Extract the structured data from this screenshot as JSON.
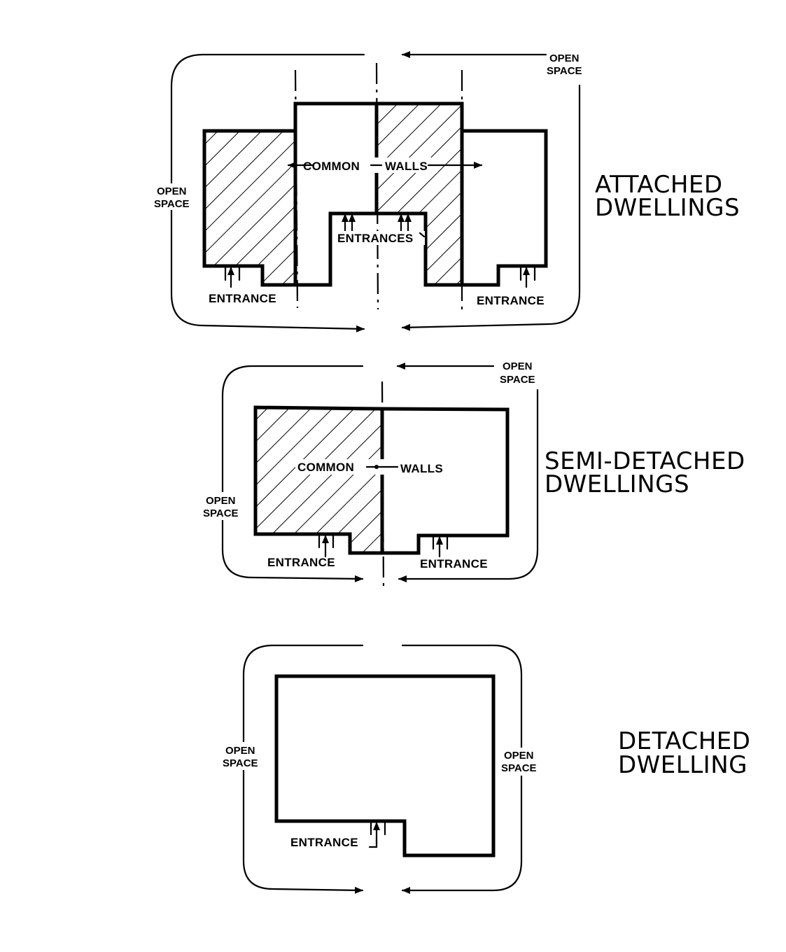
{
  "attached": {
    "title_line1": "ATTACHED",
    "title_line2": "DWELLINGS",
    "open_space_top_1": "OPEN",
    "open_space_top_2": "SPACE",
    "open_space_left_1": "OPEN",
    "open_space_left_2": "SPACE",
    "common": "COMMON",
    "walls": "WALLS",
    "entrances": "ENTRANCES",
    "entrance_left": "ENTRANCE",
    "entrance_right": "ENTRANCE"
  },
  "semi_detached": {
    "title_line1": "SEMI-DETACHED",
    "title_line2": "DWELLINGS",
    "open_space_top_1": "OPEN",
    "open_space_top_2": "SPACE",
    "open_space_left_1": "OPEN",
    "open_space_left_2": "SPACE",
    "common": "COMMON",
    "walls": "WALLS",
    "entrance_left": "ENTRANCE",
    "entrance_right": "ENTRANCE"
  },
  "detached": {
    "title_line1": "DETACHED",
    "title_line2": "DWELLING",
    "open_space_left_1": "OPEN",
    "open_space_left_2": "SPACE",
    "open_space_right_1": "OPEN",
    "open_space_right_2": "SPACE",
    "entrance": "ENTRANCE"
  }
}
